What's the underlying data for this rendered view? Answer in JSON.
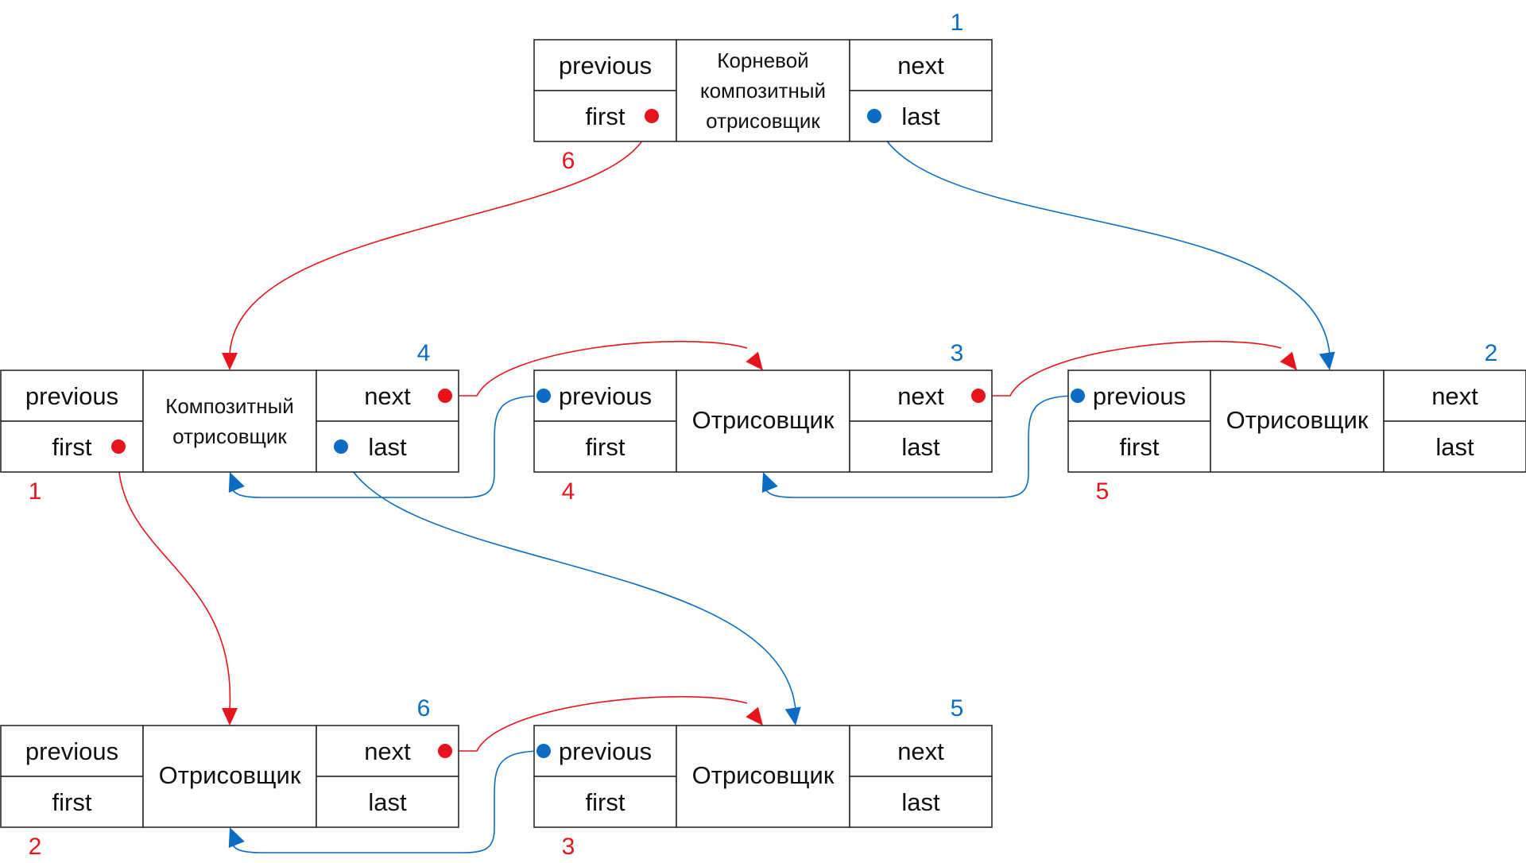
{
  "colors": {
    "red": "#e8141b",
    "blue": "#0a6cc2",
    "border": "#2b2b2b",
    "text": "#111111"
  },
  "field_labels": {
    "previous": "previous",
    "first": "first",
    "next": "next",
    "last": "last"
  },
  "nodes": {
    "root": {
      "title_lines": [
        "Корневой",
        "композитный",
        "отрисовщик"
      ],
      "blue_number": "1",
      "red_number": "6"
    },
    "comp": {
      "title_lines": [
        "Композитный",
        "отрисовщик"
      ],
      "blue_number": "4",
      "red_number": "1"
    },
    "mid": {
      "title_lines": [
        "Отрисовщик"
      ],
      "blue_number": "3",
      "red_number": "4"
    },
    "right": {
      "title_lines": [
        "Отрисовщик"
      ],
      "blue_number": "2",
      "red_number": "5"
    },
    "bl": {
      "title_lines": [
        "Отрисовщик"
      ],
      "blue_number": "6",
      "red_number": "2"
    },
    "bm": {
      "title_lines": [
        "Отрисовщик"
      ],
      "blue_number": "5",
      "red_number": "3"
    }
  },
  "links": [
    {
      "from": "root",
      "from_field": "first",
      "to": "comp",
      "kind": "first-child",
      "color": "red"
    },
    {
      "from": "root",
      "from_field": "last",
      "to": "right",
      "kind": "last-child",
      "color": "blue"
    },
    {
      "from": "comp",
      "from_field": "next",
      "to": "mid",
      "kind": "next-sibling",
      "color": "red"
    },
    {
      "from": "mid",
      "from_field": "next",
      "to": "right",
      "kind": "next-sibling",
      "color": "red"
    },
    {
      "from": "mid",
      "from_field": "previous",
      "to": "comp",
      "kind": "prev-sibling",
      "color": "blue"
    },
    {
      "from": "right",
      "from_field": "previous",
      "to": "mid",
      "kind": "prev-sibling",
      "color": "blue"
    },
    {
      "from": "comp",
      "from_field": "first",
      "to": "bl",
      "kind": "first-child",
      "color": "red"
    },
    {
      "from": "comp",
      "from_field": "last",
      "to": "bm",
      "kind": "last-child",
      "color": "blue"
    },
    {
      "from": "bl",
      "from_field": "next",
      "to": "bm",
      "kind": "next-sibling",
      "color": "red"
    },
    {
      "from": "bm",
      "from_field": "previous",
      "to": "bl",
      "kind": "prev-sibling",
      "color": "blue"
    }
  ]
}
